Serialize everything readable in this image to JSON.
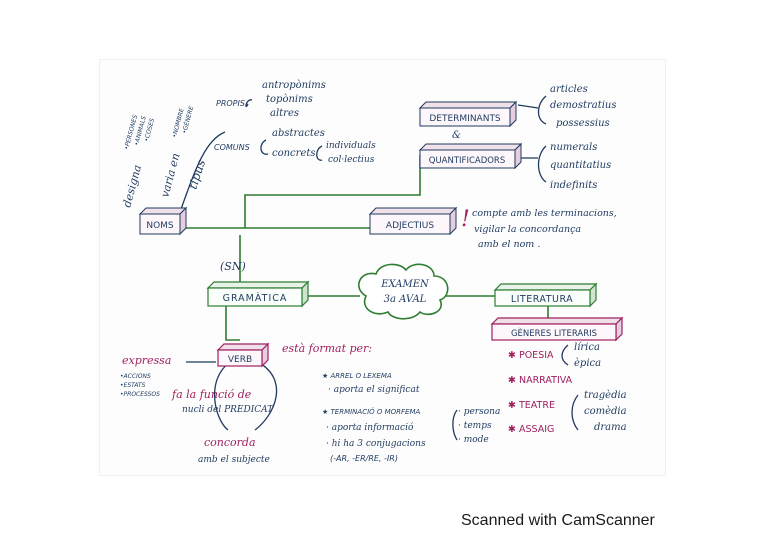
{
  "colors": {
    "ink_blue": "#2b2f8f",
    "ink_dark": "#1e3a5f",
    "ink_green": "#2e7d32",
    "ink_magenta": "#a02060",
    "box_fill": "#e7cde0"
  },
  "center": {
    "line1": "EXAMEN",
    "line2": "3a AVAL"
  },
  "boxes": {
    "gramatica": "GRAMÀTICA",
    "literatura": "LITERATURA",
    "generes": "GÈNERES LITERARIS",
    "noms": "NOMS",
    "verb": "VERB",
    "adjectius": "ADJECTIUS",
    "determinants": "DETERMINANTS",
    "quantificadors": "QUANTIFICADORS"
  },
  "sn": "(SN)",
  "amp": "&",
  "noms": {
    "designa": "designa",
    "designa_items": [
      "•PERSONES",
      "•ANIMALS",
      "•COSES"
    ],
    "varia_en": "varia en",
    "varia_items": [
      "•NOMBRE",
      "•GÈNERE"
    ],
    "tipus": "tipus",
    "propis": "PROPIS",
    "propis_items": [
      "antropònims",
      "topònims",
      "altres"
    ],
    "comuns": "COMUNS",
    "comuns_items": [
      "abstractes",
      "concrets"
    ],
    "concrets_items": [
      "individuals",
      "col·lectius"
    ]
  },
  "determinants_items": [
    "articles",
    "demostratius",
    "possessius"
  ],
  "quantificadors_items": [
    "numerals",
    "quantitatius",
    "indefinits"
  ],
  "adjectius_note": {
    "mark": "!",
    "lines": [
      "compte amb les terminacions,",
      "vigilar la concordança",
      "amb el nom ."
    ]
  },
  "verb": {
    "expressa": "expressa",
    "expressa_items": [
      "•ACCIONS",
      "•ESTATS",
      "•PROCESSOS"
    ],
    "funcio_line1": "fa la funció de",
    "funcio_line2": "nucli del PREDICAT",
    "concorda": "concorda",
    "concorda_line2": "amb el subjecte",
    "format_per": "està format per:",
    "arrel": "★ ARREL O LEXEMA",
    "arrel_sub": "· aporta el significat",
    "terminacio": "★ TERMINACIÓ O MORFEMA",
    "term_items": [
      "· aporta informació",
      "· hi ha 3 conjugacions",
      "(-AR, -ER/RE, -IR)"
    ],
    "morfema_items": [
      "· persona",
      "· temps",
      "· mode"
    ]
  },
  "generes": [
    {
      "name": "✱ POESIA",
      "subs": [
        "lírica",
        "èpica"
      ]
    },
    {
      "name": "✱ NARRATIVA",
      "subs": []
    },
    {
      "name": "✱ TEATRE",
      "subs": [
        "tragèdia",
        "comèdia",
        "drama"
      ]
    },
    {
      "name": "✱ ASSAIG",
      "subs": []
    }
  ],
  "watermark": "Scanned with CamScanner"
}
